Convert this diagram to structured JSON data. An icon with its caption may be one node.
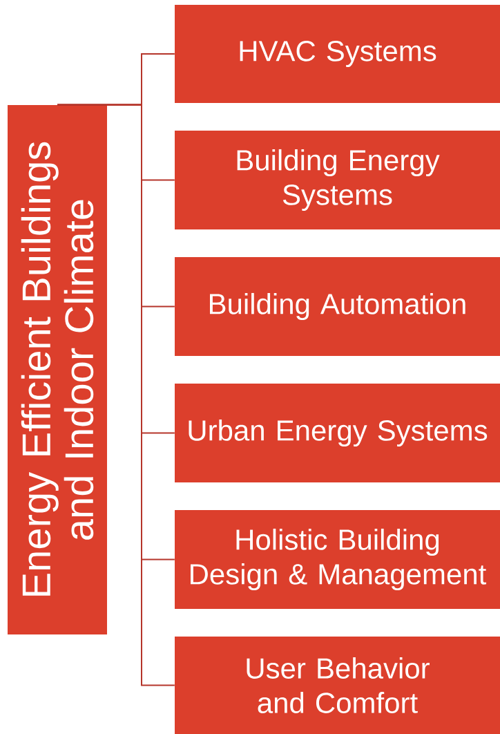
{
  "diagram": {
    "nodes": [
      {
        "text": [
          "Energy Efficient Buildings and Indoor Climate"
        ]
      },
      {
        "text": [
          "HVAC Systems"
        ]
      },
      {
        "text": [
          "Building Energy Systems"
        ]
      },
      {
        "text": [
          "Building Automation"
        ]
      },
      {
        "text": [
          "Urban Energy Systems"
        ]
      },
      {
        "text": [
          "Holistic Building Design & Management"
        ]
      },
      {
        "text": [
          "User Behavior and Comfort"
        ]
      }
    ],
    "edges": [
      {
        "from": 0,
        "to": 1,
        "arrow": "none"
      },
      {
        "from": 0,
        "to": 2,
        "arrow": "none"
      },
      {
        "from": 0,
        "to": 3,
        "arrow": "none"
      },
      {
        "from": 0,
        "to": 4,
        "arrow": "none"
      },
      {
        "from": 0,
        "to": 5,
        "arrow": "none"
      },
      {
        "from": 0,
        "to": 6,
        "arrow": "none"
      }
    ]
  }
}
